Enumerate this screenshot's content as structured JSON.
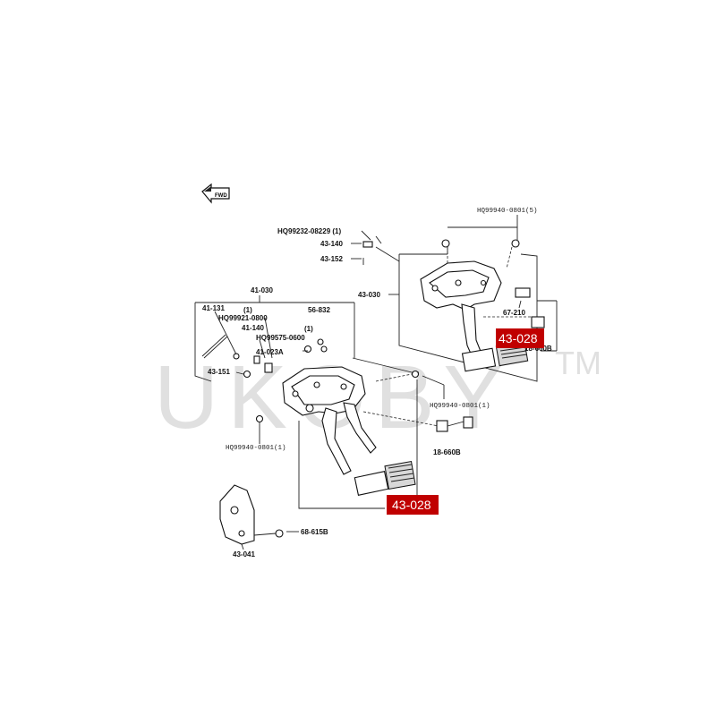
{
  "watermark": {
    "text": "UKOBY",
    "tm": "TM"
  },
  "arrow_icon": {
    "label": "FWD"
  },
  "labels": {
    "hq99940_5": "HQ99940-0801(5)",
    "hq99232": "HQ99232-08229 (1)",
    "p43_140": "43-140",
    "p43_152": "43-152",
    "p43_030": "43-030",
    "p41_030": "41-030",
    "p41_131": "41-131",
    "p1a": "(1)",
    "p56_832": "56-832",
    "hq99921": "HQ99921-0800",
    "p41_140": "41-140",
    "p1b": "(1)",
    "hq99575": "HQ99575-0600",
    "p41_023a": "41-023A",
    "p43_151": "43-151",
    "p67_210": "67-210",
    "p18_660b_top": "18-660B",
    "hq99940_1a": "HQ99940-0801(1)",
    "p18_660b": "18-660B",
    "hq99940_1b": "HQ99940-0801(1)",
    "p68_615b": "68-615B",
    "p43_041": "43-041"
  },
  "callouts": [
    {
      "text": "43-028",
      "color": "#c00000"
    },
    {
      "text": "43-028",
      "color": "#c00000"
    }
  ]
}
